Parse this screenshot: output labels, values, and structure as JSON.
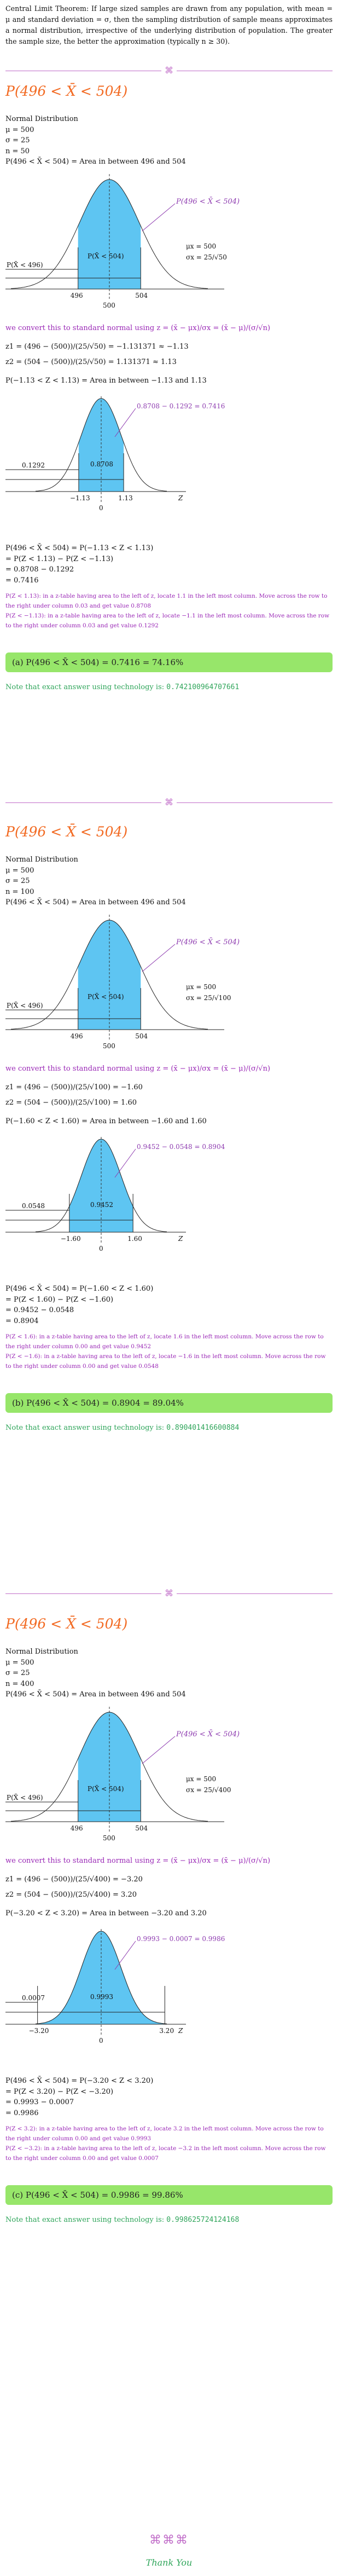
{
  "intro": "Central Limit Theorem: If large sized samples are drawn from any population, with mean = μ and standard deviation = σ, then the sampling distribution of sample means approximates a normal distribution, irrespective of the underlying distribution of population. The greater the sample size, the better the approximation (typically n ≥ 30).",
  "divider_symbol": "⌘",
  "end_symbol": "⌘⌘⌘",
  "thanks": "Thank You",
  "sections": [
    {
      "title": "P(496 < X̄ < 504)",
      "lines": [
        "Normal Distribution",
        "μ = 500",
        "σ = 25",
        "n = 50",
        "P(496 < X̄ < 504) = Area in between 496 and 504"
      ],
      "plot1": {
        "callout": "P(496 < X̄ < 504)",
        "shaded_label": "P(X̄ < 504)",
        "left_label": "P(X̄ < 496)",
        "mu_label": "μx = 500",
        "sigma_label": "σx = 25/√50",
        "left_tick": "496",
        "right_tick": "504",
        "center_tick": "500"
      },
      "convert": "we convert this to standard normal using z = (x̄ − μx)/σx = (x̄ − μ)/(σ/√n)",
      "z1": "z1 = (496 − (500))/(25/√50) = −1.131371 ≈ −1.13",
      "z2": "z2 = (504 − (500))/(25/√50) = 1.131371 ≈ 1.13",
      "prob_line": "P(−1.13 < Z < 1.13) = Area in between −1.13 and 1.13",
      "plot2": {
        "callout": "0.8708 − 0.1292 = 0.7416",
        "shaded_label": "0.8708",
        "left_label": "0.1292",
        "left_tick": "−1.13",
        "right_tick": "1.13",
        "center_tick": "0",
        "axis_label": "Z"
      },
      "answer_lines": [
        "P(496 < X̄ < 504) = P(−1.13 < Z < 1.13)",
        "= P(Z < 1.13) − P(Z < −1.13)",
        "= 0.8708 − 0.1292",
        "= 0.7416"
      ],
      "notes": [
        "P(Z < 1.13): in a z-table having area to the left of z, locate 1.1 in the left most column. Move across the row to the right under column 0.03 and get value 0.8708",
        "P(Z < −1.13): in a z-table having area to the left of z, locate −1.1 in the left most column. Move across the row to the right under column 0.03 and get value 0.1292"
      ],
      "badge": "(a) P(496 < X̄ < 504) = 0.7416 = 74.16%",
      "tech_label": "Note that exact answer using technology is: ",
      "tech_value": "0.742100964707661"
    },
    {
      "title": "P(496 < X̄ < 504)",
      "lines": [
        "Normal Distribution",
        "μ = 500",
        "σ = 25",
        "n = 100",
        "P(496 < X̄ < 504) = Area in between 496 and 504"
      ],
      "plot1": {
        "callout": "P(496 < X̄ < 504)",
        "shaded_label": "P(X̄ < 504)",
        "left_label": "P(X̄ < 496)",
        "mu_label": "μx = 500",
        "sigma_label": "σx = 25/√100",
        "left_tick": "496",
        "right_tick": "504",
        "center_tick": "500"
      },
      "convert": "we convert this to standard normal using z = (x̄ − μx)/σx = (x̄ − μ)/(σ/√n)",
      "z1": "z1 = (496 − (500))/(25/√100) = −1.60",
      "z2": "z2 = (504 − (500))/(25/√100) = 1.60",
      "prob_line": "P(−1.60 < Z < 1.60) = Area in between −1.60 and 1.60",
      "plot2": {
        "callout": "0.9452 − 0.0548 = 0.8904",
        "shaded_label": "0.9452",
        "left_label": "0.0548",
        "left_tick": "−1.60",
        "right_tick": "1.60",
        "center_tick": "0",
        "axis_label": "Z"
      },
      "answer_lines": [
        "P(496 < X̄ < 504) = P(−1.60 < Z < 1.60)",
        "= P(Z < 1.60) − P(Z < −1.60)",
        "= 0.9452 − 0.0548",
        "= 0.8904"
      ],
      "notes": [
        "P(Z < 1.6): in a z-table having area to the left of z, locate 1.6 in the left most column. Move across the row to the right under column 0.00 and get value 0.9452",
        "P(Z < −1.6): in a z-table having area to the left of z, locate −1.6 in the left most column. Move across the row to the right under column 0.00 and get value 0.0548"
      ],
      "badge": "(b) P(496 < X̄ < 504) = 0.8904 = 89.04%",
      "tech_label": "Note that exact answer using technology is: ",
      "tech_value": "0.890401416600884"
    },
    {
      "title": "P(496 < X̄ < 504)",
      "lines": [
        "Normal Distribution",
        "μ = 500",
        "σ = 25",
        "n = 400",
        "P(496 < X̄ < 504) = Area in between 496 and 504"
      ],
      "plot1": {
        "callout": "P(496 < X̄ < 504)",
        "shaded_label": "P(X̄ < 504)",
        "left_label": "P(X̄ < 496)",
        "mu_label": "μx = 500",
        "sigma_label": "σx = 25/√400",
        "left_tick": "496",
        "right_tick": "504",
        "center_tick": "500"
      },
      "convert": "we convert this to standard normal using z = (x̄ − μx)/σx = (x̄ − μ)/(σ/√n)",
      "z1": "z1 = (496 − (500))/(25/√400) = −3.20",
      "z2": "z2 = (504 − (500))/(25/√400) = 3.20",
      "prob_line": "P(−3.20 < Z < 3.20) = Area in between −3.20 and 3.20",
      "plot2": {
        "callout": "0.9993 − 0.0007 = 0.9986",
        "shaded_label": "0.9993",
        "left_label": "0.0007",
        "left_tick": "−3.20",
        "right_tick": "3.20",
        "center_tick": "0",
        "axis_label": "Z"
      },
      "answer_lines": [
        "P(496 < X̄ < 504) = P(−3.20 < Z < 3.20)",
        "= P(Z < 3.20) − P(Z < −3.20)",
        "= 0.9993 − 0.0007",
        "= 0.9986"
      ],
      "notes": [
        "P(Z < 3.2): in a z-table having area to the left of z, locate 3.2 in the left most column. Move across the row to the right under column 0.00 and get value 0.9993",
        "P(Z < −3.2): in a z-table having area to the left of z, locate −3.2 in the left most column. Move across the row to the right under column 0.00 and get value 0.0007"
      ],
      "badge": "(c) P(496 < X̄ < 504) = 0.9986 = 99.86%",
      "tech_label": "Note that exact answer using technology is: ",
      "tech_value": "0.998625724124168"
    }
  ]
}
